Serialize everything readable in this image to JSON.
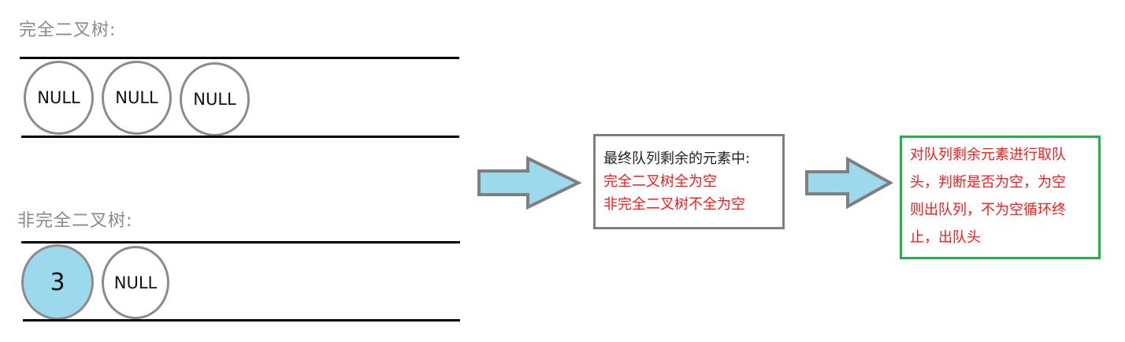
{
  "complete_tree": {
    "label": "完全二叉树:",
    "queue_nodes": [
      "NULL",
      "NULL",
      "NULL"
    ]
  },
  "incomplete_tree": {
    "label": "非完全二叉树:",
    "queue_nodes": [
      "3",
      "NULL"
    ]
  },
  "summary_box": {
    "title": "最终队列剩余的元素中:",
    "line1": "完全二叉树全为空",
    "line2": "非完全二叉树不全为空"
  },
  "result_box": {
    "lines": [
      "对队列剩余元素进行取队",
      "头，判断是否为空，为空",
      "则出队列，不为空循环终",
      "止，出队头"
    ]
  },
  "colors": {
    "node_fill": "#9dd9ec",
    "arrow_fill": "#9dd9ec",
    "arrow_stroke": "#7f7f7f",
    "red_text": "#ff1a1a",
    "green_border": "#22b14c",
    "gray_border": "#7f7f7f"
  }
}
